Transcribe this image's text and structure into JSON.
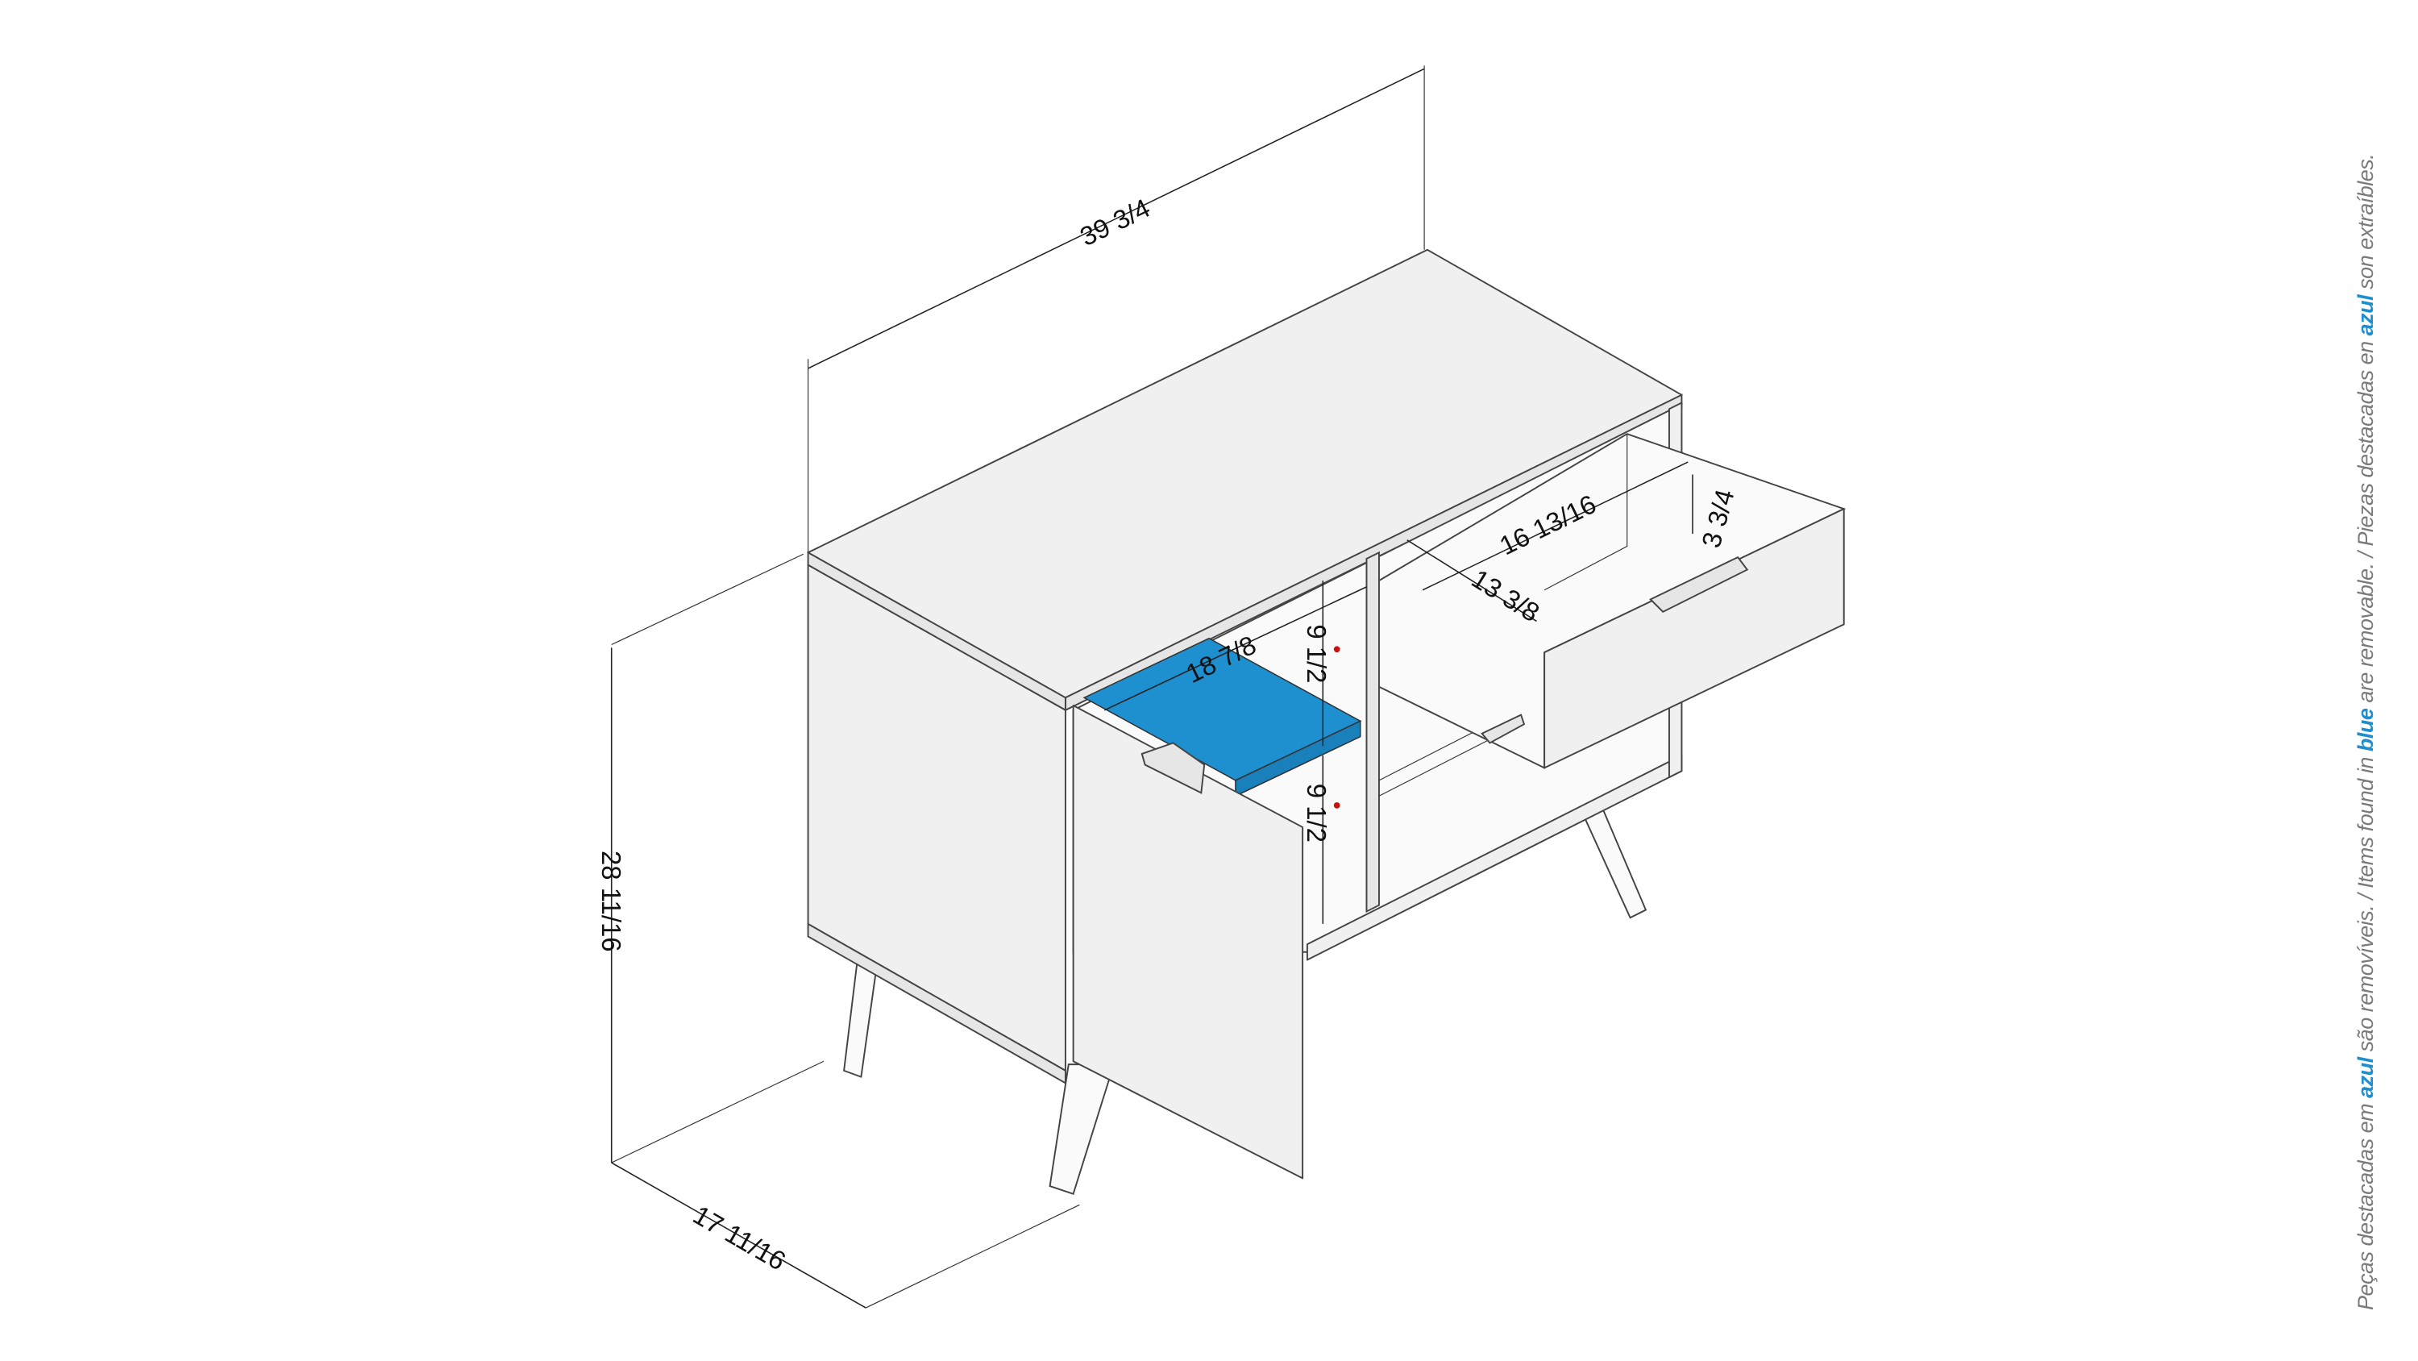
{
  "colors": {
    "highlight": "#1e90d0",
    "marker": "#cc1111",
    "note_text": "#7a7a7a"
  },
  "dimensions": {
    "width": "39 3/4",
    "height": "28 11/16",
    "depth": "17 11/16",
    "shelf_depth": "18 7/8",
    "upper_compartment_height": "9 1/2",
    "lower_compartment_height": "9 1/2",
    "drawer_depth": "16 13/16",
    "drawer_width": "13 3/8",
    "drawer_height": "3 3/4"
  },
  "note": {
    "pt_prefix": "Peças destacadas em ",
    "pt_color": "azul",
    "pt_suffix": " são removíveis. / ",
    "en_prefix": "Items found in ",
    "en_color": "blue",
    "en_suffix": " are removable. / ",
    "es_prefix": "Piezas destacadas en ",
    "es_color": "azul",
    "es_suffix": " son extraíbles."
  }
}
